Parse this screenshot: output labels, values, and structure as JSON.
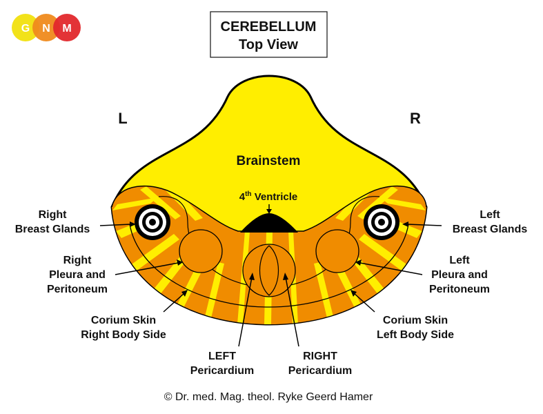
{
  "logo": {
    "letters": [
      "G",
      "N",
      "M"
    ],
    "colors": [
      "#f2e21a",
      "#ef8a1c",
      "#e2282c"
    ]
  },
  "title": {
    "line1": "CEREBELLUM",
    "line2": "Top View"
  },
  "sides": {
    "left": "L",
    "right": "R"
  },
  "brainstem": "Brainstem",
  "ventricle": {
    "number": "4",
    "superscript": "th",
    "word": " Ventricle"
  },
  "labels": {
    "right_breast": [
      "Right",
      "Breast Glands"
    ],
    "left_breast": [
      "Left",
      "Breast Glands"
    ],
    "right_pleura": [
      "Right",
      "Pleura and",
      "Peritoneum"
    ],
    "left_pleura": [
      "Left",
      "Pleura and",
      "Peritoneum"
    ],
    "corium_right": [
      "Corium Skin",
      "Right Body Side"
    ],
    "corium_left": [
      "Corium Skin",
      "Left Body Side"
    ],
    "left_pericardium": [
      "LEFT",
      "Pericardium"
    ],
    "right_pericardium": [
      "RIGHT",
      "Pericardium"
    ]
  },
  "copyright": "© Dr. med. Mag. theol. Ryke Geerd Hamer",
  "colors": {
    "yellow": "#ffee00",
    "orange": "#f08c00",
    "stripe": "#ffee00",
    "outline": "#000000"
  }
}
